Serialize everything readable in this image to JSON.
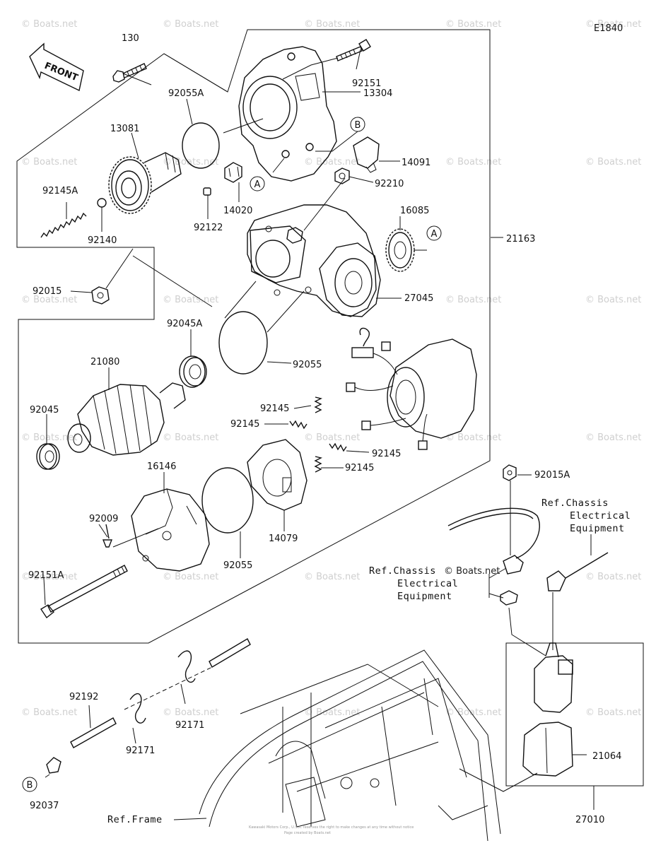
{
  "diagram_code": "E1840",
  "front_label": "FRONT",
  "watermark": "© Boats.net",
  "footer_note_1": "Kawasaki Motors Corp., U.S.A. reserves the right to make changes at any time without notice",
  "footer_note_2": "Page created by Boats.net",
  "parts": {
    "p130": "130",
    "p92151": "92151",
    "p13304": "13304",
    "p92055A": "92055A",
    "p13081": "13081",
    "p14091": "14091",
    "p92210": "92210",
    "p92145A": "92145A",
    "p14020": "14020",
    "p92140": "92140",
    "p92122": "92122",
    "p16085": "16085",
    "p21163": "21163",
    "p92015": "92015",
    "p27045": "27045",
    "p92045A": "92045A",
    "p21080": "21080",
    "p92055_1": "92055",
    "p92045": "92045",
    "p92145_1": "92145",
    "p92145_2": "92145",
    "p92145_3": "92145",
    "p92145_4": "92145",
    "p16146": "16146",
    "p92015A": "92015A",
    "p92009": "92009",
    "p14079": "14079",
    "p92055_2": "92055",
    "p92151A": "92151A",
    "p92192": "92192",
    "p92171_1": "92171",
    "p92171_2": "92171",
    "p21064": "21064",
    "p92037": "92037",
    "p27010": "27010"
  },
  "refs": {
    "chassis_elec_1": [
      "Ref.Chassis",
      "Electrical",
      "Equipment"
    ],
    "chassis_elec_2": [
      "Ref.Chassis",
      "Electrical",
      "Equipment"
    ],
    "frame": "Ref.Frame"
  },
  "markers": {
    "a1": "A",
    "a2": "A",
    "b1": "B",
    "b2": "B"
  }
}
